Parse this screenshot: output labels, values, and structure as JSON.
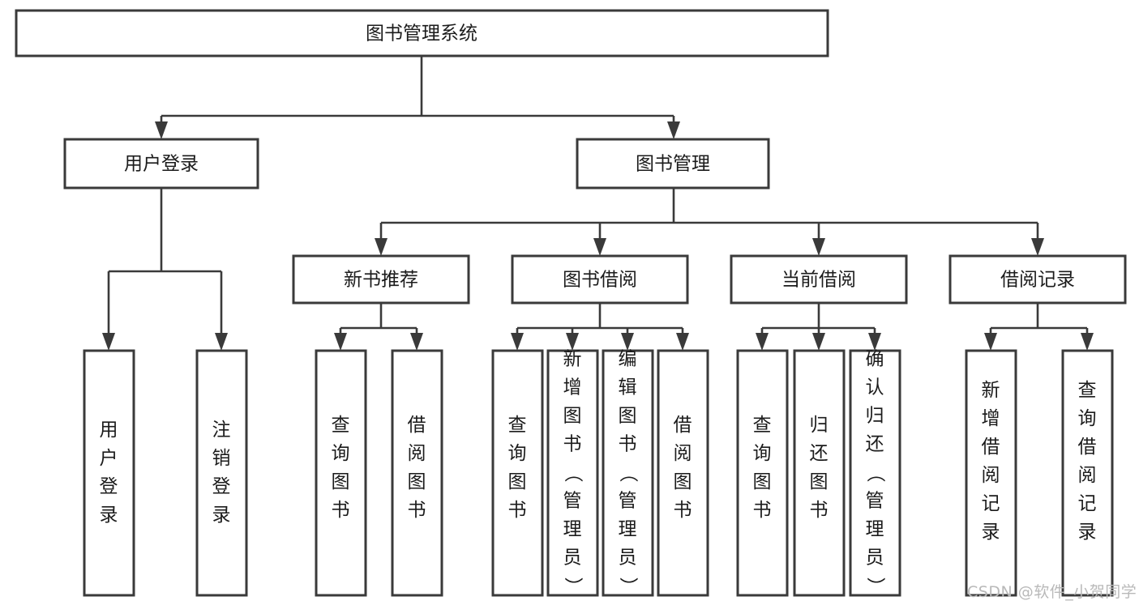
{
  "diagram": {
    "title": "图书管理系统",
    "type": "tree",
    "orientation": "top-down",
    "background_color": "#ffffff",
    "line_color": "#3a3a3a",
    "text_color": "#1b1b1b",
    "levels": [
      {
        "level": 1,
        "nodes": [
          {
            "id": "root",
            "label": "图书管理系统",
            "text_orientation": "horizontal"
          }
        ]
      },
      {
        "level": 2,
        "nodes": [
          {
            "id": "login",
            "label": "用户登录",
            "text_orientation": "horizontal",
            "parent": "root"
          },
          {
            "id": "bookmgmt",
            "label": "图书管理",
            "text_orientation": "horizontal",
            "parent": "root"
          }
        ]
      },
      {
        "level": 3,
        "nodes": [
          {
            "id": "newbook",
            "label": "新书推荐",
            "text_orientation": "horizontal",
            "parent": "bookmgmt"
          },
          {
            "id": "borrow",
            "label": "图书借阅",
            "text_orientation": "horizontal",
            "parent": "bookmgmt"
          },
          {
            "id": "current",
            "label": "当前借阅",
            "text_orientation": "horizontal",
            "parent": "bookmgmt"
          },
          {
            "id": "records",
            "label": "借阅记录",
            "text_orientation": "horizontal",
            "parent": "bookmgmt"
          }
        ]
      },
      {
        "level": 4,
        "nodes": [
          {
            "id": "leaf-user-login",
            "label": "用户登录",
            "text_orientation": "vertical",
            "parent": "login"
          },
          {
            "id": "leaf-user-logout",
            "label": "注销登录",
            "text_orientation": "vertical",
            "parent": "login"
          },
          {
            "id": "leaf-new-query",
            "label": "查询图书",
            "text_orientation": "vertical",
            "parent": "newbook"
          },
          {
            "id": "leaf-new-borrow",
            "label": "借阅图书",
            "text_orientation": "vertical",
            "parent": "newbook"
          },
          {
            "id": "leaf-borrow-query",
            "label": "查询图书",
            "text_orientation": "vertical",
            "parent": "borrow"
          },
          {
            "id": "leaf-borrow-add",
            "label": "新增图书（管理员）",
            "text_orientation": "vertical",
            "parent": "borrow"
          },
          {
            "id": "leaf-borrow-edit",
            "label": "编辑图书（管理员）",
            "text_orientation": "vertical",
            "parent": "borrow"
          },
          {
            "id": "leaf-borrow-lend",
            "label": "借阅图书",
            "text_orientation": "vertical",
            "parent": "borrow"
          },
          {
            "id": "leaf-current-query",
            "label": "查询图书",
            "text_orientation": "vertical",
            "parent": "current"
          },
          {
            "id": "leaf-current-return",
            "label": "归还图书",
            "text_orientation": "vertical",
            "parent": "current"
          },
          {
            "id": "leaf-current-confirm",
            "label": "确认归还（管理员）",
            "text_orientation": "vertical",
            "parent": "current"
          },
          {
            "id": "leaf-record-add",
            "label": "新增借阅记录",
            "text_orientation": "vertical",
            "parent": "records"
          },
          {
            "id": "leaf-record-query",
            "label": "查询借阅记录",
            "text_orientation": "vertical",
            "parent": "records"
          }
        ]
      }
    ]
  },
  "watermark": {
    "text": "CSDN @软件_小贺同学",
    "color": "#b9b9b9"
  }
}
